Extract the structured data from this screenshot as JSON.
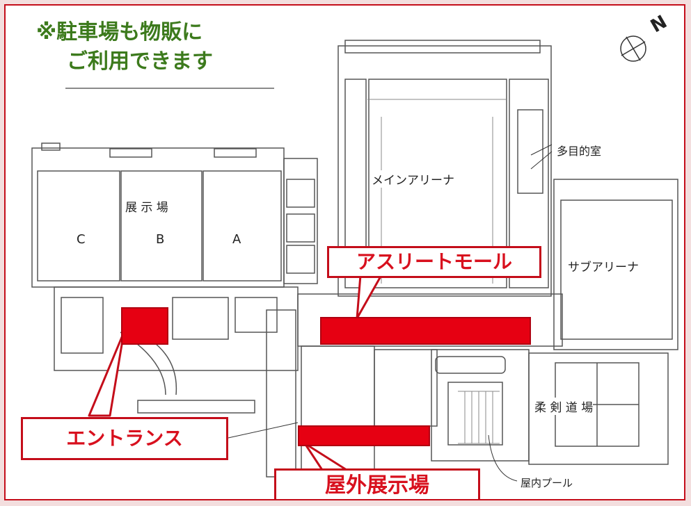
{
  "note": {
    "line1": "※駐車場も物販に",
    "line2": "ご利用できます"
  },
  "compass": {
    "north_mark": "N"
  },
  "rooms": {
    "exhibition": "展 示 場",
    "hall_c": "C",
    "hall_b": "B",
    "hall_a": "A",
    "main_arena": "メインアリーナ",
    "multipurpose": "多目的室",
    "sub_arena": "サブアリーナ",
    "judo_kendo": "柔 剣 道 場",
    "indoor_pool": "屋内プール"
  },
  "callouts": {
    "athlete_mall": "アスリートモール",
    "entrance": "エントランス",
    "outdoor_exhibition": "屋外展示場"
  },
  "colors": {
    "highlight": "#e60012",
    "callout_border": "#c40d1a",
    "note_text": "#3c7a1c",
    "background": "#f3dede"
  }
}
